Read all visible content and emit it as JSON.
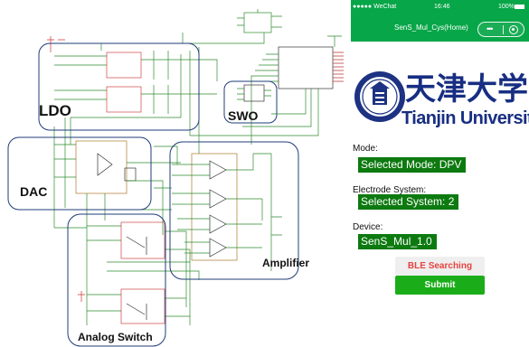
{
  "schematic": {
    "labels": {
      "ldo": "LDO",
      "swo": "SWO",
      "dac": "DAC",
      "amplifier": "Amplifier",
      "analog_switch": "Analog Switch"
    }
  },
  "phone": {
    "status_bar": {
      "carrier": "●●●●● WeChat",
      "time": "16:46",
      "battery": "100%"
    },
    "nav": {
      "title": "SenS_Mul_Cys(Home)"
    },
    "logo": {
      "chinese_name": "天津大学",
      "english_name": "Tianjin University"
    },
    "mode": {
      "label": "Mode:",
      "value": "Selected Mode: DPV"
    },
    "electrode_system": {
      "label": "Electrode System:",
      "value": "Selected System: 2"
    },
    "device": {
      "label": "Device:",
      "value": "SenS_Mul_1.0"
    },
    "ble_button": "BLE Searching",
    "submit_button": "Submit",
    "colors": {
      "wechat_green": "#07a648",
      "value_bg": "#0d7a10",
      "ble_text": "#e64340",
      "submit_bg": "#1aad19",
      "university_blue": "#172e82"
    },
    "icons": [
      "more-icon",
      "target-icon",
      "battery-icon",
      "university-seal-icon"
    ]
  }
}
